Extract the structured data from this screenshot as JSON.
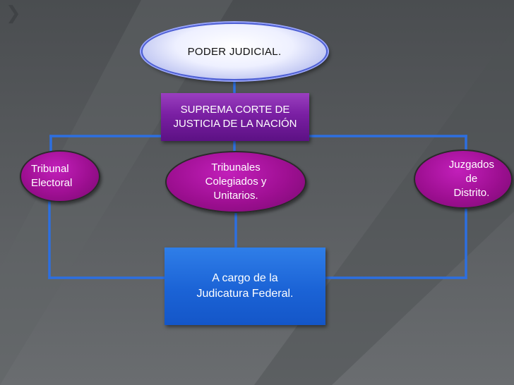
{
  "diagram": {
    "nodes": {
      "poder_judicial": "PODER JUDICIAL.",
      "suprema_corte": "SUPREMA CORTE DE\nJUSTICIA DE LA NACIÓN",
      "tribunal_electoral": "Tribunal\nElectoral",
      "tribunales_colegiados": "Tribunales\nColegiados  y\nUnitarios.",
      "juzgados_distrito": "Juzgados\nde\nDistrito.",
      "judicatura_federal": "A cargo de la\nJudicatura Federal."
    },
    "colors": {
      "background": "#55585a",
      "connector": "#2d6fe0",
      "suprema_fill": "#7a1fa3",
      "oval_fill": "#9e0f92",
      "judicatura_fill": "#1b63d6",
      "poder_border": "#4d5fd6"
    }
  }
}
